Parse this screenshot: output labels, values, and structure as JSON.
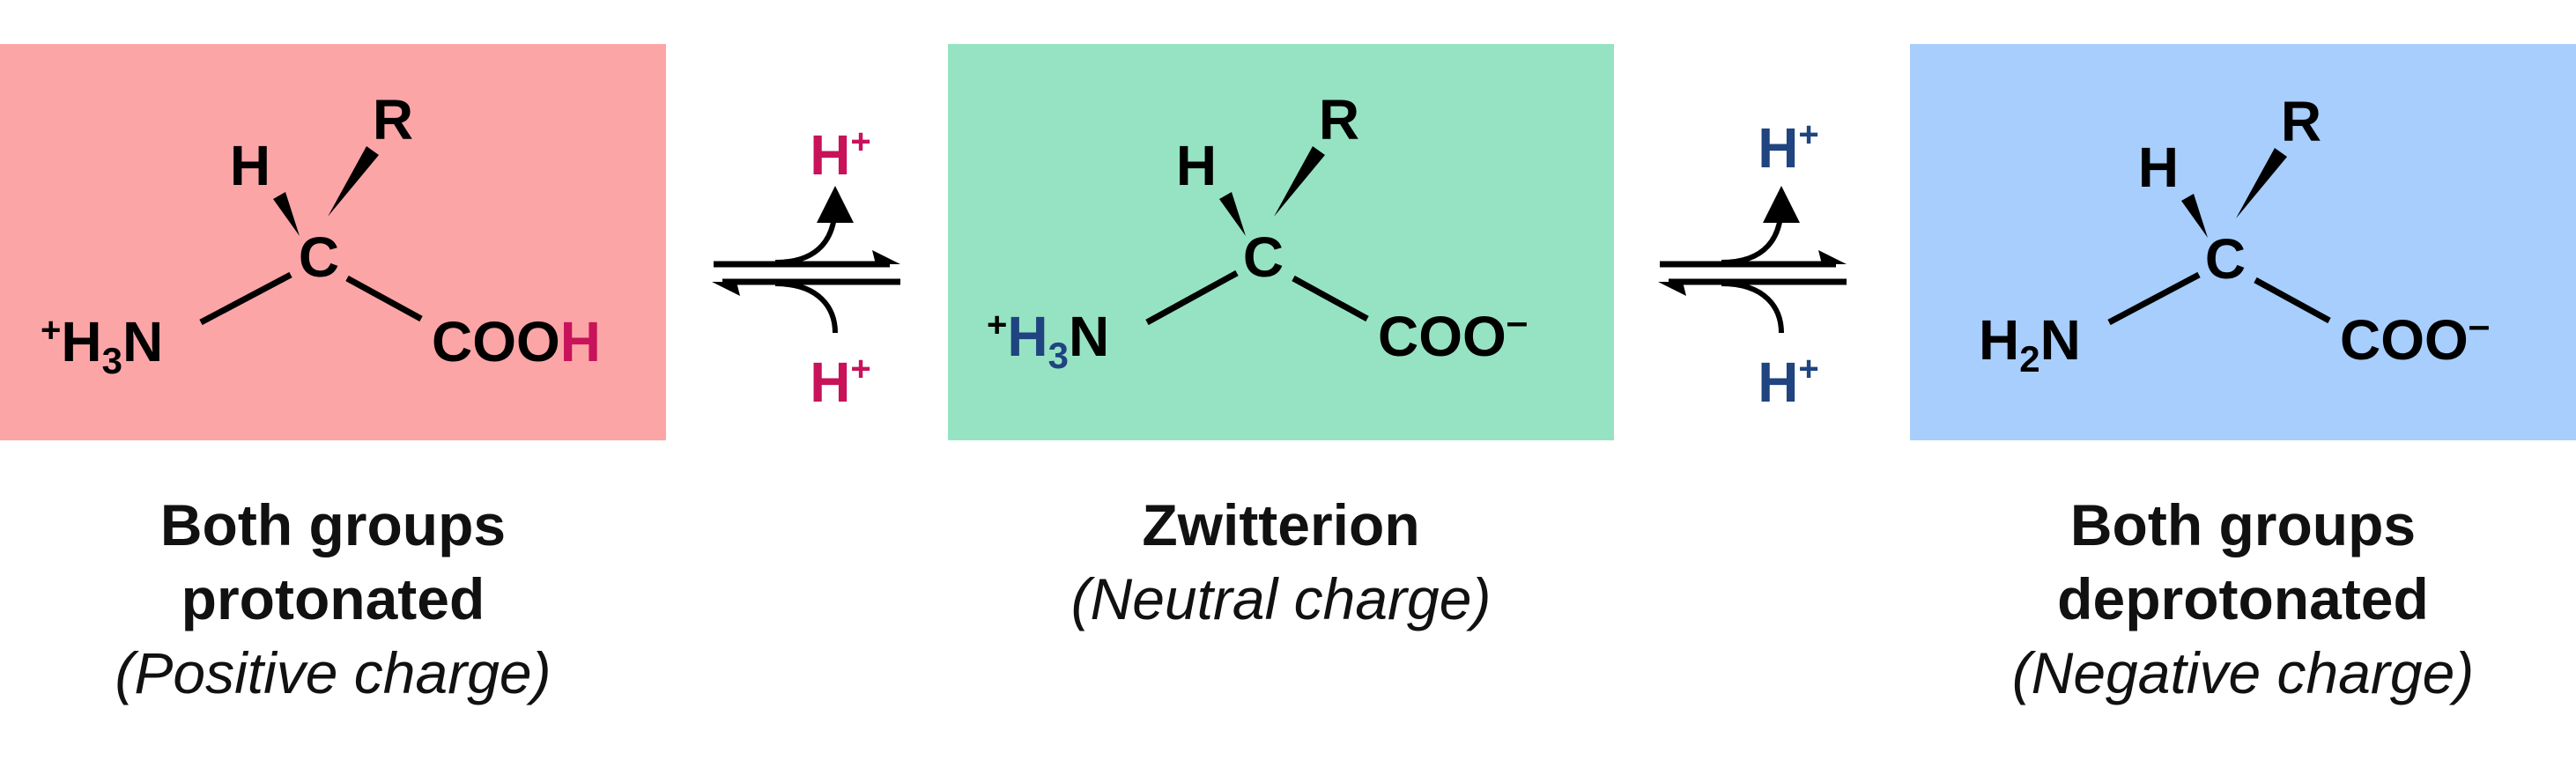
{
  "colors": {
    "protonated_bg": "#fca5a7",
    "zwitterion_bg": "#96e3c3",
    "deprotonated_bg": "#a7cefc",
    "magenta": "#c8125a",
    "navy": "#1f4480",
    "black": "#000000"
  },
  "proton_symbol": "H",
  "proton_charge": "+",
  "minus_charge": "–",
  "states": [
    {
      "id": "protonated",
      "h_label": "H",
      "r_label": "R",
      "c_label": "C",
      "amine": {
        "charge": "+",
        "H": "H",
        "sub": "3",
        "N": "N"
      },
      "carboxyl": {
        "main": "COO",
        "suffix": "H"
      },
      "caption": {
        "line1": "Both groups",
        "line2": "protonated",
        "line3": "(Positive charge)"
      }
    },
    {
      "id": "zwitterion",
      "h_label": "H",
      "r_label": "R",
      "c_label": "C",
      "amine": {
        "charge": "+",
        "H": "H",
        "sub": "3",
        "N": "N"
      },
      "carboxyl": {
        "main": "COO",
        "suffix": "–"
      },
      "caption": {
        "line1": "Zwitterion",
        "line2": "(Neutral charge)"
      }
    },
    {
      "id": "deprotonated",
      "h_label": "H",
      "r_label": "R",
      "c_label": "C",
      "amine": {
        "charge": "",
        "H": "H",
        "sub": "2",
        "N": "N"
      },
      "carboxyl": {
        "main": "COO",
        "suffix": "–"
      },
      "caption": {
        "line1": "Both groups",
        "line2": "deprotonated",
        "line3": "(Negative charge)"
      }
    }
  ]
}
